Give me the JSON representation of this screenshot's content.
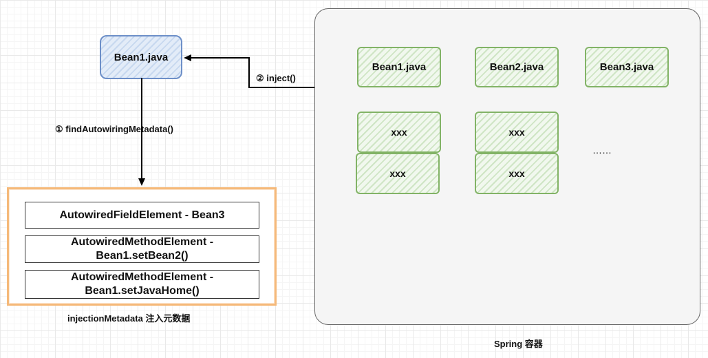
{
  "bean1_box": {
    "label": "Bean1.java"
  },
  "steps": {
    "find": "① findAutowiringMetadata()",
    "inject": "② inject()"
  },
  "metadata": {
    "rows": [
      "AutowiredFieldElement - Bean3",
      "AutowiredMethodElement - Bean1.setBean2()",
      "AutowiredMethodElement - Bean1.setJavaHome()"
    ],
    "caption": "injectionMetadata 注入元数据"
  },
  "container": {
    "beans": [
      "Bean1.java",
      "Bean2.java",
      "Bean3.java"
    ],
    "cells": [
      "xxx",
      "xxx",
      "xxx",
      "xxx"
    ],
    "ellipsis": "……",
    "caption": "Spring 容器"
  }
}
